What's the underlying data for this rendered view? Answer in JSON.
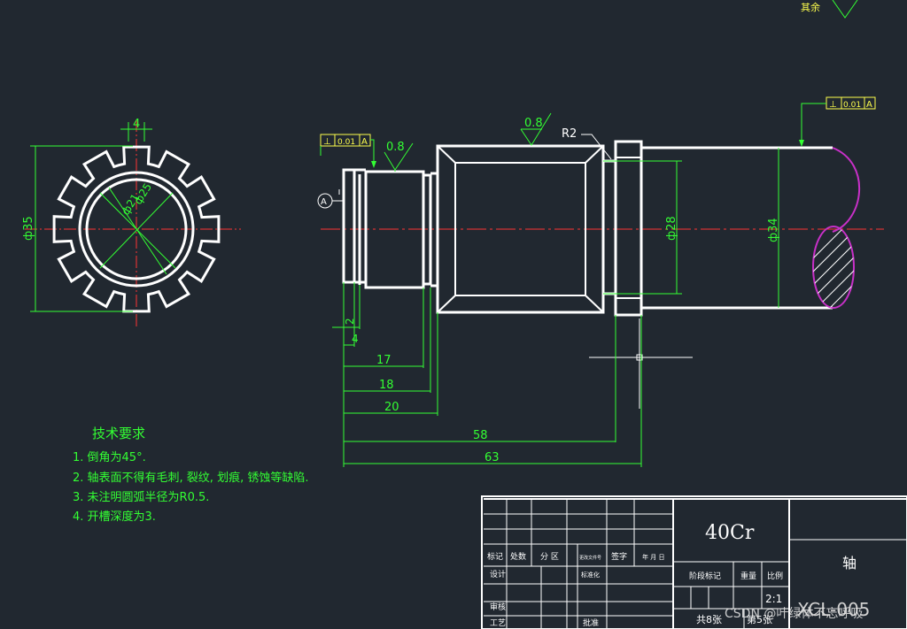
{
  "top_corner": {
    "label": "其余",
    "roughness": ""
  },
  "datum_frames": [
    {
      "symbol": "⊥",
      "value": "0.01",
      "datum": "A"
    },
    {
      "symbol": "⊥",
      "value": "0.01",
      "datum": "A"
    }
  ],
  "datum_marker": "A",
  "roughness_labels": [
    "0.8",
    "0.8"
  ],
  "radius_label": "R2",
  "gear_dims": {
    "width": "4",
    "outer": "ф35",
    "d1": "ф21",
    "d2": "ф25"
  },
  "shaft_dims": {
    "d_mid": "ф28",
    "d_right": "ф34"
  },
  "length_dims": [
    "2",
    "4",
    "17",
    "18",
    "20",
    "58",
    "63"
  ],
  "tech": {
    "title": "技术要求",
    "items": [
      "1. 倒角为45°.",
      "2. 轴表面不得有毛刺, 裂纹, 划痕, 锈蚀等缺陷.",
      "3. 未注明圆弧半径为R0.5.",
      "4. 开槽深度为3."
    ]
  },
  "title_block": {
    "material": "40Cr",
    "part_name": "轴",
    "headers": [
      "标记",
      "处数",
      "分 区",
      "更改文件号",
      "签字",
      "年 月 日"
    ],
    "design_label": "设计",
    "std_label": "标准化",
    "stage_label": "阶段标记",
    "weight_label": "重量",
    "scale_label": "比例",
    "scale_value": "2:1",
    "check_label": "审核",
    "process_label": "工艺",
    "approve_label": "批准",
    "sheets_total": "共8张",
    "sheet_no": "第5张",
    "drawing_no": "XCL-005",
    "watermark": "CSDN @叶绿体不忘呼吸"
  }
}
